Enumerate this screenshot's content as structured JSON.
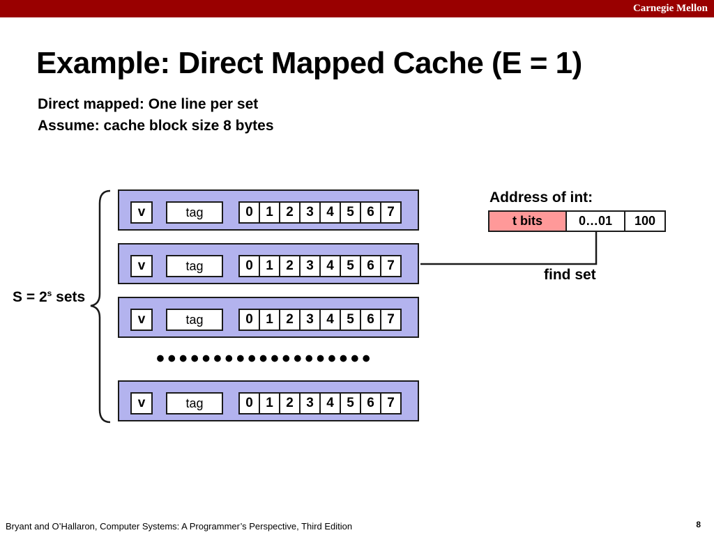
{
  "header": {
    "institution": "Carnegie Mellon"
  },
  "slide": {
    "title": "Example: Direct Mapped Cache (E = 1)",
    "lines": [
      "Direct mapped: One line per set",
      "Assume: cache block size 8 bytes"
    ]
  },
  "cache": {
    "row_fill": "#b3b3ee",
    "valid_label": "v",
    "tag_label": "tag",
    "block_bytes": [
      "0",
      "1",
      "2",
      "3",
      "4",
      "5",
      "6",
      "7"
    ],
    "rows": 4,
    "ellipsis": "•••••••••••••••••••",
    "sets_label_prefix": "S = 2",
    "sets_label_sup": "s",
    "sets_label_suffix": " sets"
  },
  "address": {
    "label": "Address of int:",
    "fields": [
      {
        "text": "t bits",
        "color": "#ff9999"
      },
      {
        "text": "0…01"
      },
      {
        "text": "100"
      }
    ],
    "annotation": "find set"
  },
  "footer": {
    "credit": "Bryant and O’Hallaron, Computer Systems: A Programmer’s Perspective, Third Edition",
    "page": "8"
  },
  "colors": {
    "header_bar": "#990000"
  }
}
